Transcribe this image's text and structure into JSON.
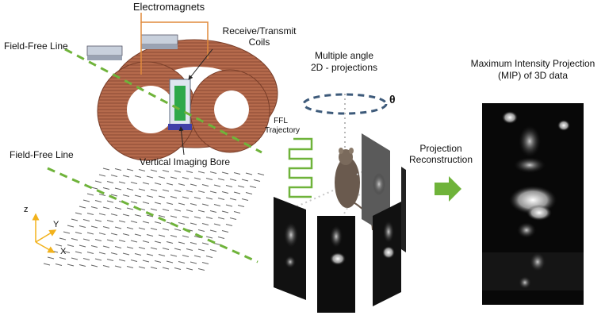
{
  "labels": {
    "electromagnets": "Electromagnets",
    "receive_transmit_l1": "Receive/Transmit",
    "receive_transmit_l2": "Coils",
    "field_free_line_top": "Field-Free Line",
    "field_free_line_bottom": "Field-Free Line",
    "vertical_bore": "Vertical Imaging Bore",
    "multiple_angle_l1": "Multiple angle",
    "multiple_angle_l2": "2D - projections",
    "theta": "θ",
    "ffl_traj_l1": "FFL",
    "ffl_traj_l2": "Trajectory",
    "projection_recon_l1": "Projection",
    "projection_recon_l2": "Reconstruction",
    "mip_l1": "Maximum Intensity Projection",
    "mip_l2": "(MIP) of 3D data",
    "axis_z": "z",
    "axis_y": "Y",
    "axis_x": "X"
  },
  "colors": {
    "coil": "#b56a4c",
    "coil_dark": "#8a4a33",
    "ffl_dash": "#6fb33a",
    "callout": "#e08a3c",
    "bore": "#2ea84a",
    "axes": "#f2b21c",
    "arrow": "#6fb33a",
    "ring": "#3d5a7a"
  }
}
